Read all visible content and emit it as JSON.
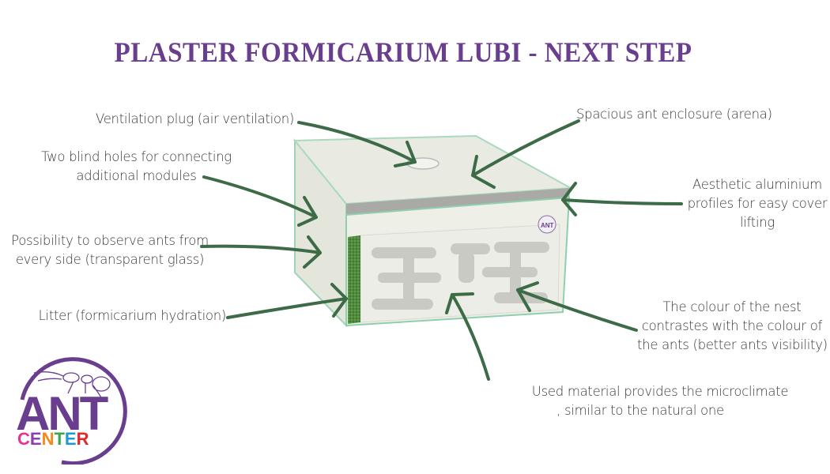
{
  "title": "PLASTER FORMICARIUM LUBI - NEXT STEP",
  "colors": {
    "title": "#6a3e8f",
    "arrow": "#3d6b47",
    "label_text": "#3a3a3a",
    "logo_purple": "#6a3e8f",
    "glass_edge": "#8fcfae",
    "litter": "#4f8a3e"
  },
  "labels": {
    "ventilation": "Ventilation plug (air ventilation)",
    "blind_holes_1": "Two blind holes for connecting",
    "blind_holes_2": "additional modules",
    "observe_1": "Possibility to observe ants from",
    "observe_2": "every side (transparent glass)",
    "litter": "Litter (formicarium hydration)",
    "arena": "Spacious ant enclosure (arena)",
    "aluminium_1": "Aesthetic aluminium",
    "aluminium_2": "profiles for easy cover",
    "aluminium_3": "lifting",
    "colour_1": "The colour of the nest",
    "colour_2": "contrastes with the colour of",
    "colour_3": "the ants (better ants visibility)",
    "material_1": "Used material provides the microclimate",
    "material_2": ", similar to the natural one"
  },
  "product": {
    "badge_text": "ANT"
  },
  "logo": {
    "line1": "ANT",
    "line2_letters": [
      {
        "char": "C",
        "color": "#e8338f"
      },
      {
        "char": "E",
        "color": "#8a3fb5"
      },
      {
        "char": "N",
        "color": "#f08a1c"
      },
      {
        "char": "T",
        "color": "#3aa84a"
      },
      {
        "char": "E",
        "color": "#1c9ad6"
      },
      {
        "char": "R",
        "color": "#e02a2a"
      }
    ]
  }
}
